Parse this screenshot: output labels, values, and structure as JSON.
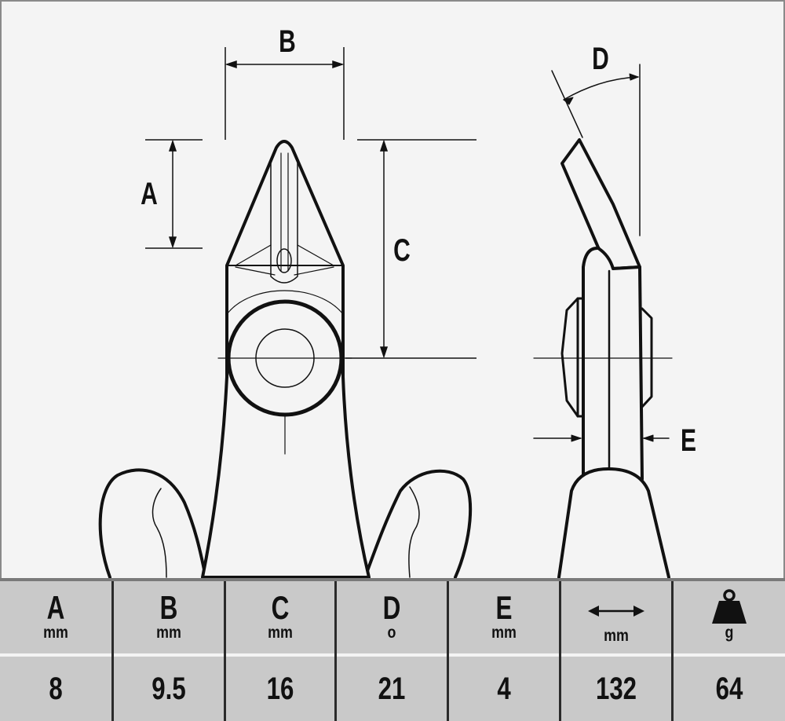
{
  "diagram": {
    "labels": {
      "a": "A",
      "b": "B",
      "c": "C",
      "d": "D",
      "e": "E"
    }
  },
  "table": {
    "columns": [
      {
        "letter": "A",
        "unit": "mm",
        "value": "8"
      },
      {
        "letter": "B",
        "unit": "mm",
        "value": "9.5"
      },
      {
        "letter": "C",
        "unit": "mm",
        "value": "16"
      },
      {
        "letter": "D",
        "unit": "o",
        "value": "21"
      },
      {
        "letter": "E",
        "unit": "mm",
        "value": "4"
      },
      {
        "icon": "double-arrow-icon",
        "unit": "mm",
        "value": "132"
      },
      {
        "icon": "weight-icon",
        "unit": "g",
        "value": "64"
      }
    ]
  },
  "colors": {
    "panel": "#f4f4f4",
    "table": "#c9c9c9",
    "ink": "#111111",
    "frame": "#8a8a8a"
  }
}
